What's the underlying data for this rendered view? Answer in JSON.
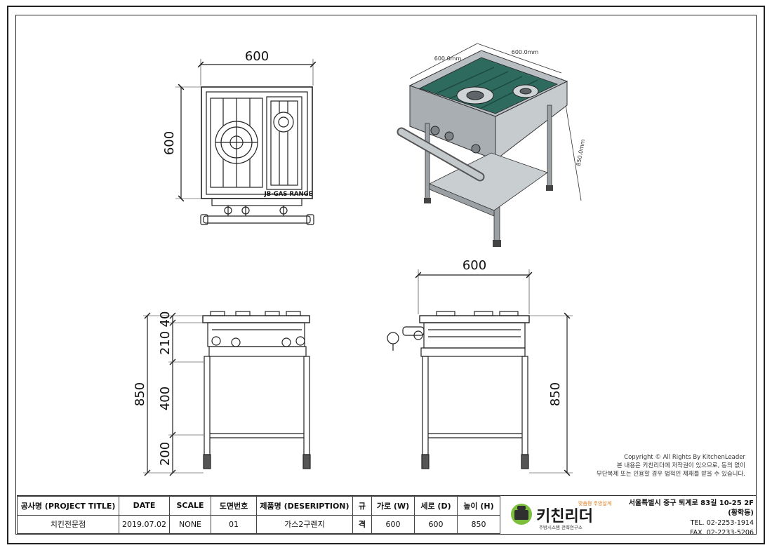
{
  "drawing": {
    "front_view": {
      "width_dim": "600",
      "depth_dim": "600",
      "plate_label": "JB-GAS RANGE"
    },
    "front_elevation": {
      "dims": [
        "40",
        "210",
        "400",
        "200"
      ],
      "total": "850"
    },
    "side_elevation": {
      "width_dim": "600",
      "height_dim": "850"
    },
    "iso_view": {
      "dim_left": "600.0mm",
      "dim_right": "600.0mm",
      "dim_height": "850.0mm"
    },
    "copyright": {
      "line1": "Copyright © All Rights By KitchenLeader",
      "line2": "본 내용은 키친리더에 저작권이 있으므로, 동의 없이",
      "line3": "무단복제 또는 인용할 경우 법적인 제재를 받을 수 있습니다."
    }
  },
  "titleblock": {
    "headers": {
      "project": "공사명 (PROJECT TITLE)",
      "date": "DATE",
      "scale": "SCALE",
      "drawing_no": "도면번호",
      "description": "제품명 (DESERIPTION)",
      "spec_top": "규",
      "spec_bottom": "격",
      "width": "가로 (W)",
      "depth": "세로 (D)",
      "height": "높이 (H)"
    },
    "values": {
      "project": "치킨전문점",
      "date": "2019.07.02",
      "scale": "NONE",
      "drawing_no": "01",
      "description": "가스2구렌지",
      "width": "600",
      "depth": "600",
      "height": "850"
    },
    "brand": {
      "name": "키친리더",
      "tagline": "맞춤형 주방설계",
      "sub": "주방시스템 전략연구소"
    },
    "contact": {
      "address": "서울특별시 중구 퇴계로 83길 10-25 2F (황학동)",
      "tel": "TEL. 02-2253-1914",
      "fax": "FAX. 02-2233-5206"
    }
  }
}
